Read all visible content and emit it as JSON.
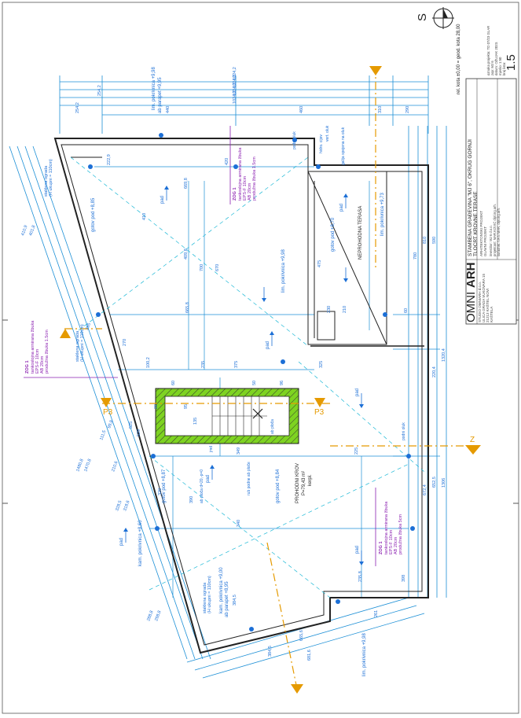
{
  "colors": {
    "wall": "#222222",
    "dimension": "#1c8fd6",
    "annotation": "#8a1fb0",
    "section": "#e59a00",
    "accent": "#1c8fd6",
    "insulation": "#7ed321"
  },
  "title_block": {
    "logo_left": "OMNI",
    "logo_right": "ARH",
    "office_lines": [
      "STUDIO OMNIARH d.o.o.",
      "ULICA GRADA VUKOVARA 15",
      "21213 KAŠTEL NOVI",
      "KAŠTELA"
    ],
    "project_name": "STAMBENA GRAĐEVINA \"MJ 6\", OKRUG GORNJI",
    "drawing_name": "TLOCRT KROVNE TERASE",
    "phase_lines": [
      "ARHITEKTONSKI PROJEKT",
      "GLAVNI PROJEKT"
    ],
    "roles": [
      "investitor: MJ 6 d.o.o.",
      "projektant: MAR.KOVIĆ dipl.ing.arh.",
      "suradnik: IVAN MAR, dipl.ing.arh."
    ],
    "meta_lines": [
      "oznaka projekta: TD 07/23 GLAR",
      "zop: MJ 6",
      "datum: OŽUJAK 2023.",
      "mjerilo: 1:50",
      "broj lista:"
    ],
    "sheet_number": "1.5",
    "level_note": "rel. kota ±0,00 = geod. kota 28,00",
    "north_label": "S"
  },
  "sections": {
    "p3": "P3",
    "z": "Z"
  },
  "labels": [
    {
      "id": "nepronodna",
      "text": "NEPROHODNA TERASA"
    },
    {
      "id": "prohodni-krov",
      "text": "PROHODNI KROV"
    },
    {
      "id": "krov-area",
      "text": "P=79,43 m²"
    },
    {
      "id": "krov-finish",
      "text": "kerpl."
    },
    {
      "id": "ab-parapet-1",
      "text": "ab parapet +9,95"
    },
    {
      "id": "ab-parapet-2",
      "text": "ab parapet +8,95"
    },
    {
      "id": "gotov-pod-1",
      "text": "gotov pod +8,85"
    },
    {
      "id": "gotov-pod-2",
      "text": "gotov pod +8,70"
    },
    {
      "id": "gotov-pod-3",
      "text": "gotov pod +8,87"
    },
    {
      "id": "gotov-pod-4",
      "text": "gotov pod +8,84"
    },
    {
      "id": "lim-1",
      "text": "lim. pokrivnica +9,98"
    },
    {
      "id": "lim-2",
      "text": "lim. pokrivnica +9,73"
    },
    {
      "id": "lim-3",
      "text": "lim. pokrivnica +9,98"
    },
    {
      "id": "lim-4",
      "text": "lim. pokrivnica +9,98"
    },
    {
      "id": "kam-1",
      "text": "kam. pokrivnica +9,00"
    },
    {
      "id": "kam-2",
      "text": "kam. pokrivnica +8,60"
    },
    {
      "id": "zog-a",
      "text": "ZOG 1"
    },
    {
      "id": "zog-a-1",
      "text": "tankoslojna armirana žbuka"
    },
    {
      "id": "zog-a-2",
      "text": "EPS-F 10cm"
    },
    {
      "id": "zog-a-3",
      "text": "AB 20cm"
    },
    {
      "id": "zog-a-4",
      "text": "produžna žbuka 1.5cm"
    },
    {
      "id": "zog-b",
      "text": "ZOG 1"
    },
    {
      "id": "zog-b-1",
      "text": "tankoslojna armirana žbuka"
    },
    {
      "id": "zog-b-2",
      "text": "EPS-F 10cm"
    },
    {
      "id": "zog-b-3",
      "text": "AB 20cm"
    },
    {
      "id": "zog-b-4",
      "text": "produžna žbuka 1.5cm"
    },
    {
      "id": "zog-c",
      "text": "ZOG 1"
    },
    {
      "id": "zog-c-1",
      "text": "tankoslojna armirana žbuka"
    },
    {
      "id": "zog-c-2",
      "text": "EPS-F 10cm"
    },
    {
      "id": "zog-c-3",
      "text": "AB 20cm"
    },
    {
      "id": "zog-c-4",
      "text": "produžna žbuka 5cm"
    },
    {
      "id": "staklena-1",
      "text": "staklena ograda"
    },
    {
      "id": "staklena-1b",
      "text": "(H ukupni = 110cm)"
    },
    {
      "id": "staklena-2",
      "text": "staklena ograda"
    },
    {
      "id": "staklena-2b",
      "text": "(H ukupni = 110cm)"
    },
    {
      "id": "staklena-3",
      "text": "staklena ograda"
    },
    {
      "id": "staklena-3b",
      "text": "(H ukupni = 110cm)"
    },
    {
      "id": "pad-1",
      "text": "pad"
    },
    {
      "id": "pad-2",
      "text": "pad"
    },
    {
      "id": "pad-3",
      "text": "pad"
    },
    {
      "id": "pad-4",
      "text": "pad"
    },
    {
      "id": "pad-5",
      "text": "pad"
    },
    {
      "id": "pad-6",
      "text": "pad"
    },
    {
      "id": "pad-7",
      "text": "pad"
    },
    {
      "id": "pad-8",
      "text": "pad"
    },
    {
      "id": "stair",
      "text": "ab ploča"
    },
    {
      "id": "jmd",
      "text": "jmd"
    },
    {
      "id": "hidro",
      "text": "hidro. cijev"
    },
    {
      "id": "vert",
      "text": "vert. oluk"
    },
    {
      "id": "galija",
      "text": "galija spojena na oluk"
    },
    {
      "id": "pod-oluk",
      "text": "podni oluk"
    },
    {
      "id": "pod-oluk-2",
      "text": "podni oluk"
    },
    {
      "id": "stepenice",
      "text": "rub podne ab ploče"
    },
    {
      "id": "lift",
      "text": "ab ploča d=20,-p=0"
    }
  ],
  "dims": [
    "1024,2",
    "1024,2",
    "1024,2",
    "1024,2",
    "254,2",
    "440",
    "460",
    "310",
    "290",
    "254,2",
    "222,9",
    "420",
    "669,8",
    "409,8",
    "700",
    "670",
    "665,8",
    "410",
    "210",
    "60",
    "230",
    "475",
    "780",
    "810",
    "590",
    "1320,4",
    "220,4",
    "672,4",
    "652,5",
    "1306",
    "410,9",
    "401,8",
    "1480,8",
    "1470,8",
    "395",
    "288,8",
    "298,8",
    "665,6",
    "681,6",
    "384,5",
    "235,8",
    "384,5",
    "261",
    "225",
    "325",
    "349",
    "235",
    "100,2",
    "270",
    "525",
    "529",
    "375",
    "340",
    "95",
    "135",
    "60",
    "50",
    "96",
    "22",
    "398",
    "320",
    "390",
    "328,5",
    "318,6",
    "210,6",
    "111,5",
    "99,8",
    "2,5",
    "20",
    "10",
    "30"
  ]
}
